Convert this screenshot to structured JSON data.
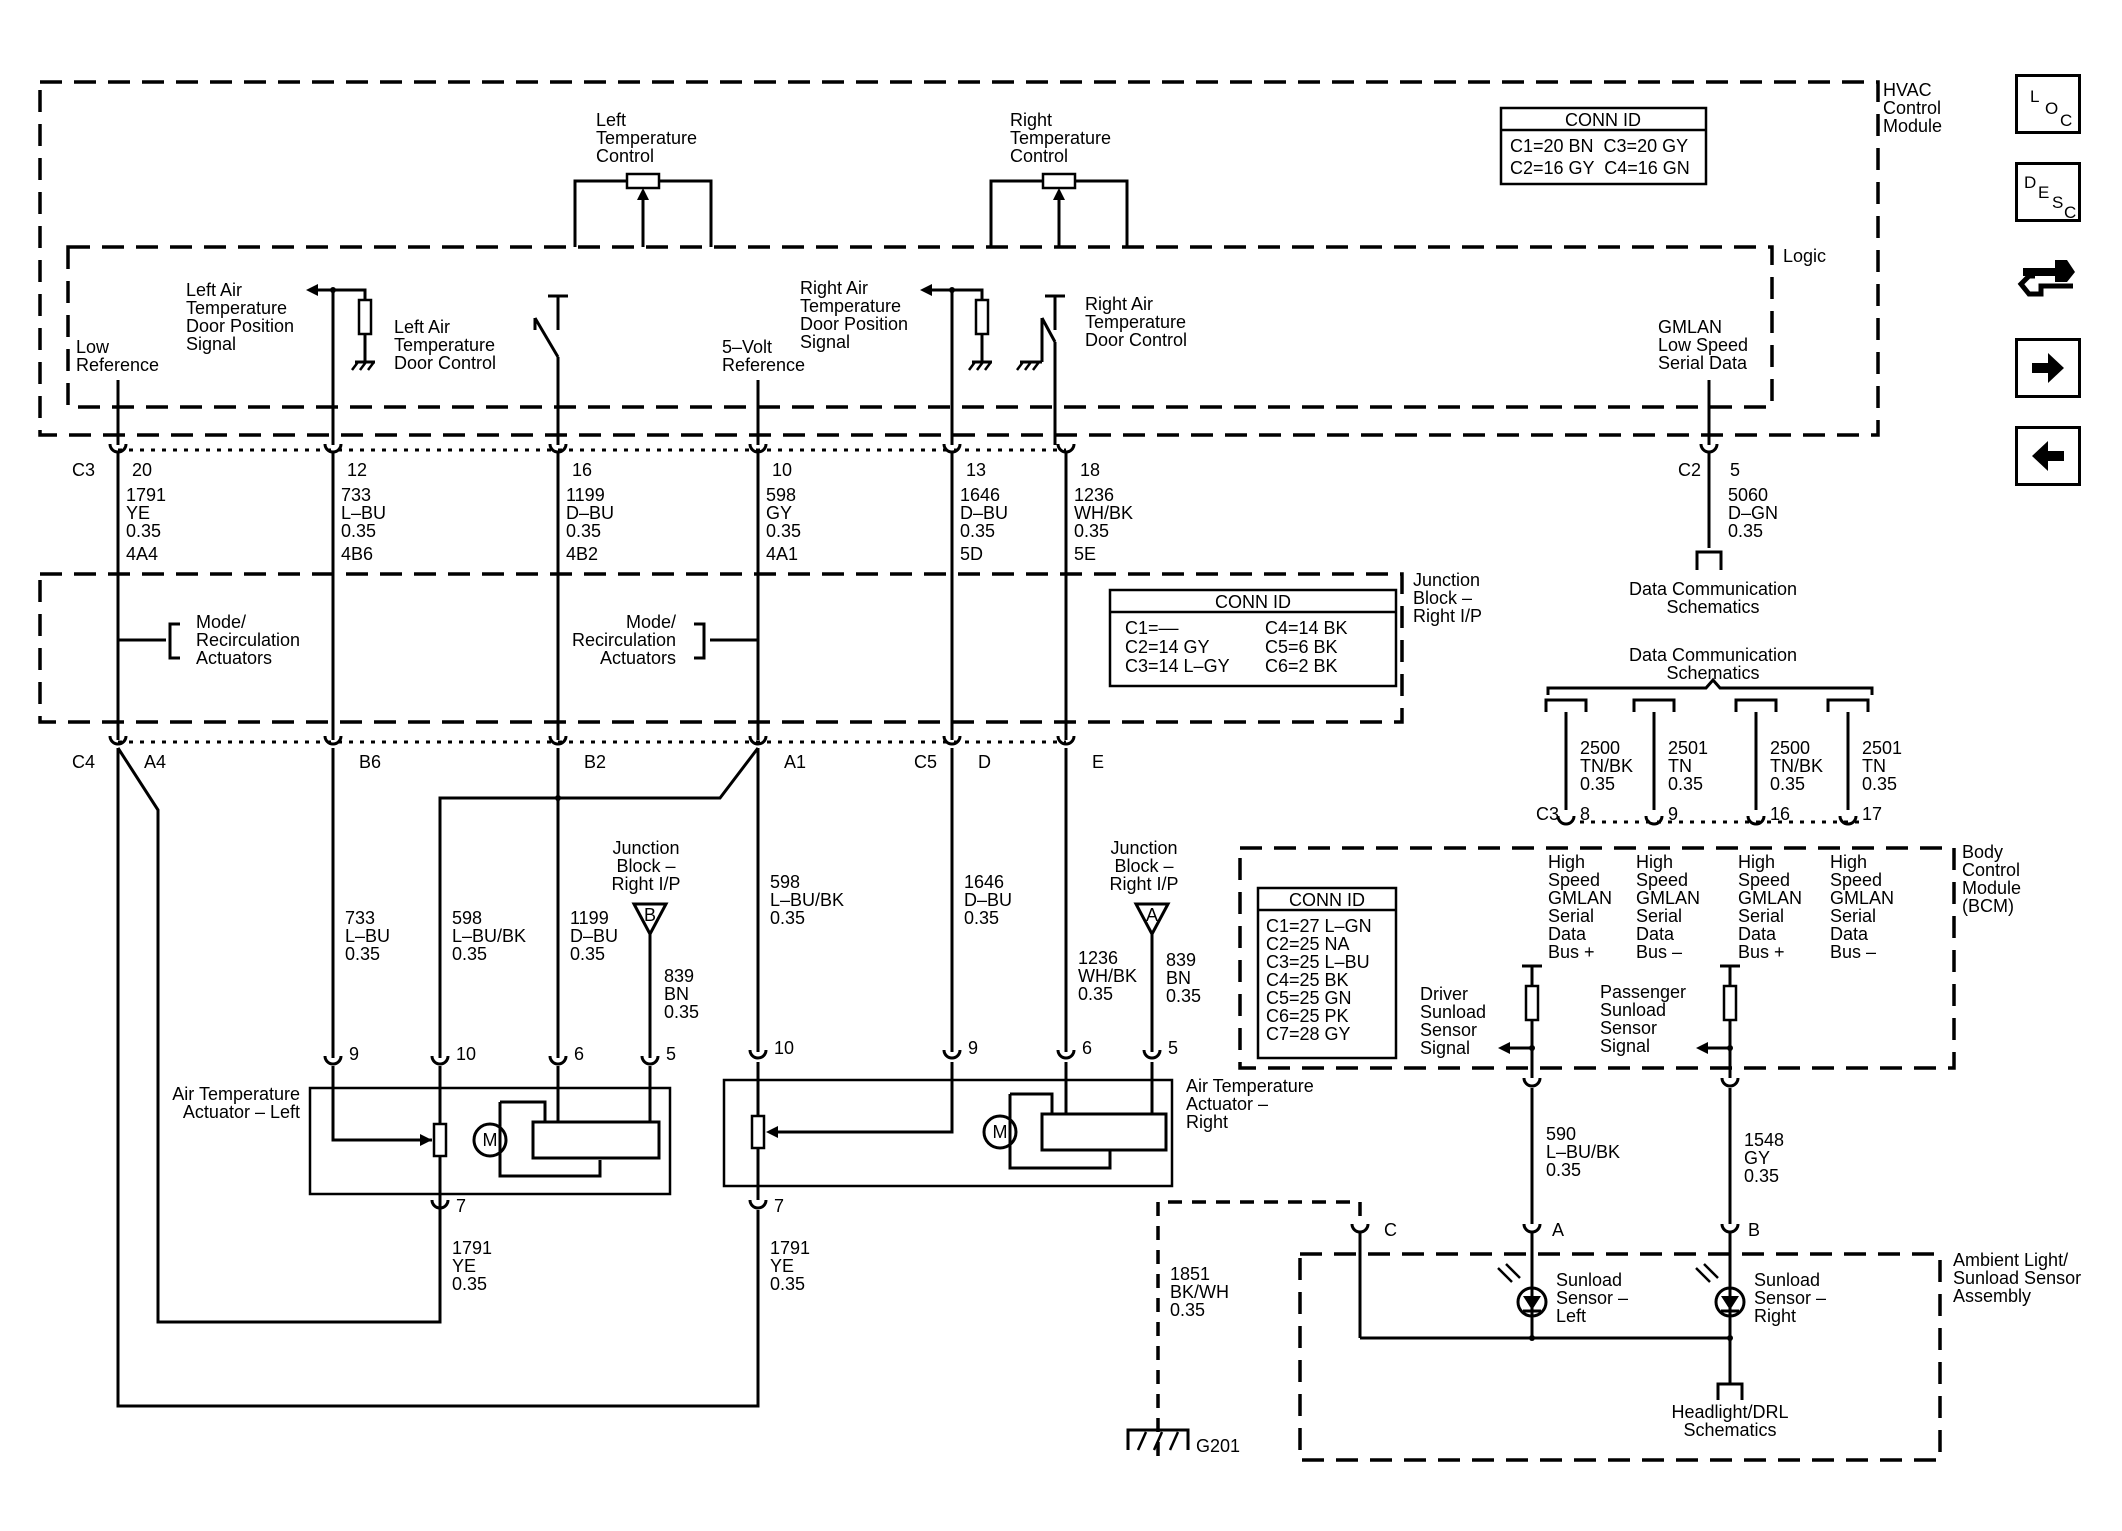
{
  "hvac": {
    "title_lines": [
      "HVAC",
      "Control",
      "Module"
    ],
    "logic": "Logic",
    "conn_title": "CONN ID",
    "conn_rows": [
      "C1=20 BN  C3=20 GY",
      "C2=16 GY  C4=16 GN"
    ],
    "left_temp_control": [
      "Left",
      "Temperature",
      "Control"
    ],
    "right_temp_control": [
      "Right",
      "Temperature",
      "Control"
    ],
    "low_reference": [
      "Low",
      "Reference"
    ],
    "left_pos_signal": [
      "Left Air",
      "Temperature",
      "Door Position",
      "Signal"
    ],
    "left_door_control": [
      "Left Air",
      "Temperature",
      "Door Control"
    ],
    "five_volt_ref": [
      "5–Volt",
      "Reference"
    ],
    "right_pos_signal": [
      "Right Air",
      "Temperature",
      "Door Position",
      "Signal"
    ],
    "right_door_control": [
      "Right Air",
      "Temperature",
      "Door Control"
    ],
    "gmlan": [
      "GMLAN",
      "Low Speed",
      "Serial Data"
    ]
  },
  "conn_c3": {
    "label": "C3",
    "pins": [
      "20",
      "12",
      "16",
      "10",
      "13",
      "18"
    ]
  },
  "conn_c2": {
    "label": "C2",
    "pin": "5"
  },
  "wires_top": [
    {
      "lines": [
        "1791",
        "YE",
        "0.35"
      ],
      "junction": "4A4"
    },
    {
      "lines": [
        "733",
        "L–BU",
        "0.35"
      ],
      "junction": "4B6"
    },
    {
      "lines": [
        "1199",
        "D–BU",
        "0.35"
      ],
      "junction": "4B2"
    },
    {
      "lines": [
        "598",
        "GY",
        "0.35"
      ],
      "junction": "4A1"
    },
    {
      "lines": [
        "1646",
        "D–BU",
        "0.35"
      ],
      "junction": "5D"
    },
    {
      "lines": [
        "1236",
        "WH/BK",
        "0.35"
      ],
      "junction": "5E"
    }
  ],
  "gmlan_wire": [
    "5060",
    "D–GN",
    "0.35"
  ],
  "data_comm_1": [
    "Data Communication",
    "Schematics"
  ],
  "data_comm_2": [
    "Data Communication",
    "Schematics"
  ],
  "junction_block": {
    "title": [
      "Junction",
      "Block –",
      "Right I/P"
    ],
    "mode_left": [
      "Mode/",
      "Recirculation",
      "Actuators"
    ],
    "mode_right": [
      "Mode/",
      "Recirculation",
      "Actuators"
    ],
    "conn_title": "CONN ID",
    "conn_col1": [
      "C1=––",
      "C2=14 GY",
      "C3=14 L–GY"
    ],
    "conn_col2": [
      "C4=14 BK",
      "C5=6 BK",
      "C6=2 BK"
    ]
  },
  "c4_pins": {
    "c4": "C4",
    "c5": "C5",
    "pins": [
      "A4",
      "B6",
      "B2",
      "A1",
      "D",
      "E"
    ]
  },
  "wires_mid": [
    {
      "lines": [
        "733",
        "L–BU",
        "0.35"
      ]
    },
    {
      "lines": [
        "598",
        "L–BU/BK",
        "0.35"
      ]
    },
    {
      "lines": [
        "1199",
        "D–BU",
        "0.35"
      ]
    },
    {
      "lines": [
        "598",
        "L–BU/BK",
        "0.35"
      ]
    },
    {
      "lines": [
        "1646",
        "D–BU",
        "0.35"
      ]
    },
    {
      "lines": [
        "1236",
        "WH/BK",
        "0.35"
      ]
    }
  ],
  "jb_ref_left": {
    "lines": [
      "Junction",
      "Block –",
      "Right  I/P"
    ],
    "letter": "B",
    "wire": [
      "839",
      "BN",
      "0.35"
    ]
  },
  "jb_ref_right": {
    "lines": [
      "Junction",
      "Block –",
      "Right  I/P"
    ],
    "letter": "A",
    "wire": [
      "839",
      "BN",
      "0.35"
    ]
  },
  "actuator_left": {
    "label": [
      "Air Temperature",
      "Actuator – Left"
    ],
    "pins": [
      "9",
      "10",
      "6",
      "5",
      "7"
    ],
    "motor": "M",
    "ground_wire": [
      "1791",
      "YE",
      "0.35"
    ]
  },
  "actuator_right": {
    "label": [
      "Air Temperature",
      "Actuator –",
      "Right"
    ],
    "pins": [
      "10",
      "9",
      "6",
      "5",
      "7"
    ],
    "motor": "M",
    "ground_wire": [
      "1791",
      "YE",
      "0.35"
    ]
  },
  "bcm": {
    "title": [
      "Body",
      "Control",
      "Module",
      "(BCM)"
    ],
    "c3": "C3",
    "pins": [
      "8",
      "9",
      "16",
      "17"
    ],
    "wires": [
      [
        "2500",
        "TN/BK",
        "0.35"
      ],
      [
        "2501",
        "TN",
        "0.35"
      ],
      [
        "2500",
        "TN/BK",
        "0.35"
      ],
      [
        "2501",
        "TN",
        "0.35"
      ]
    ],
    "bus": [
      [
        "High",
        "Speed",
        "GMLAN",
        "Serial",
        "Data",
        "Bus +"
      ],
      [
        "High",
        "Speed",
        "GMLAN",
        "Serial",
        "Data",
        "Bus –"
      ],
      [
        "High",
        "Speed",
        "GMLAN",
        "Serial",
        "Data",
        "Bus +"
      ],
      [
        "High",
        "Speed",
        "GMLAN",
        "Serial",
        "Data",
        "Bus –"
      ]
    ],
    "conn_title": "CONN ID",
    "conn_rows": [
      "C1=27 L–GN",
      "C2=25 NA",
      "C3=25 L–BU",
      "C4=25 BK",
      "C5=25 GN",
      "C6=25 PK",
      "C7=28 GY"
    ],
    "driver_sunload": [
      "Driver",
      "Sunload",
      "Sensor",
      "Signal"
    ],
    "passenger_sunload": [
      "Passenger",
      "Sunload",
      "Sensor",
      "Signal"
    ]
  },
  "sensor_wires": [
    [
      "590",
      "L–BU/BK",
      "0.35"
    ],
    [
      "1548",
      "GY",
      "0.35"
    ]
  ],
  "ground_wire": [
    "1851",
    "BK/WH",
    "0.35"
  ],
  "ground_label": "G201",
  "ambient": {
    "title": [
      "Ambient Light/",
      "Sunload Sensor",
      "Assembly"
    ],
    "pins": [
      "C",
      "A",
      "B"
    ],
    "left": [
      "Sunload",
      "Sensor –",
      "Left"
    ],
    "right": [
      "Sunload",
      "Sensor –",
      "Right"
    ],
    "headlight": [
      "Headlight/DRL",
      "Schematics"
    ]
  },
  "nav": {
    "loc": [
      "L",
      "O",
      "C"
    ],
    "desc": [
      "D",
      "E",
      "S",
      "C"
    ]
  }
}
